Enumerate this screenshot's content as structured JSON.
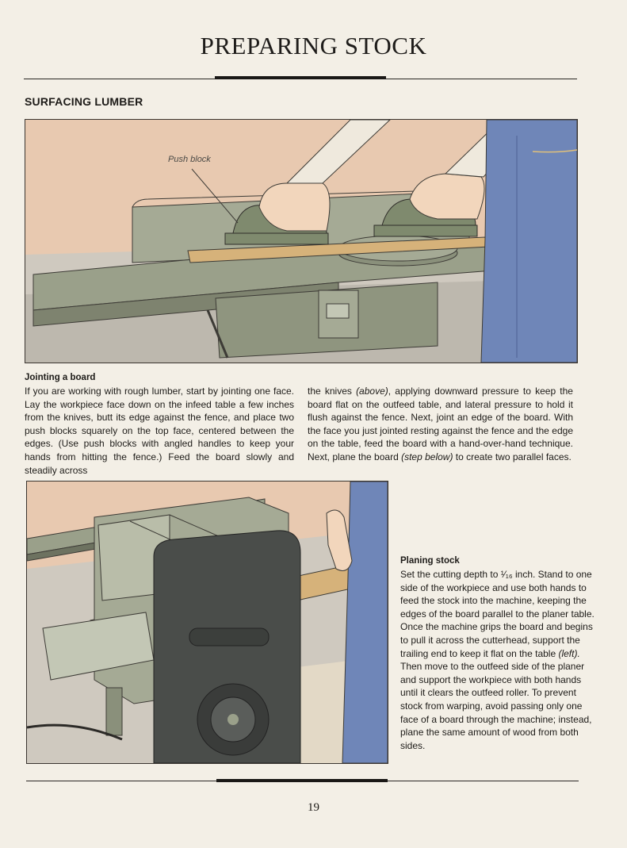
{
  "page": {
    "title": "PREPARING STOCK",
    "number": "19"
  },
  "section": {
    "heading": "SURFACING LUMBER"
  },
  "figure1": {
    "callout": "Push block"
  },
  "jointing": {
    "heading": "Jointing a board",
    "col1": "If you are working with rough lumber, start by jointing one face. Lay the workpiece face down on the infeed table a few inches from the knives, butt its edge against the fence, and place two push blocks squarely on the top face, centered between the edges. (Use push blocks with angled handles to keep your hands from hitting the fence.) Feed the board slowly and steadily across",
    "col2_a": "the knives ",
    "col2_b": "(above)",
    "col2_c": ", applying downward pressure to keep the board flat on the outfeed table, and lateral pressure to hold it flush against the fence. Next, joint an edge of the board. With the face you just jointed resting against the fence and the edge on the table, feed the board with a hand-over-hand technique. Next, plane the board ",
    "col2_d": "(step below)",
    "col2_e": " to create two parallel faces."
  },
  "planing": {
    "heading": "Planing stock",
    "text_a": "Set the cutting depth to ",
    "fraction": "¹⁄₁₆",
    "text_b": " inch. Stand to one side of the workpiece and use both hands to feed the stock into the machine, keeping the edges of the board parallel to the planer table. Once the machine grips the board and begins to pull it across the cutterhead, support the trailing end to keep it flat on the table ",
    "text_c": "(left).",
    "text_d": " Then move to the outfeed side of the planer and support the workpiece with both hands until it clears the outfeed roller. To prevent stock from warping, avoid passing only one face of a board through the machine; instead, plane the same amount of wood from both sides."
  },
  "colors": {
    "paper": "#f3efe6",
    "machine_green": "#9aa08a",
    "wall": "#e8c9b0",
    "denim": "#6f86b8",
    "wood": "#d6b27a"
  }
}
